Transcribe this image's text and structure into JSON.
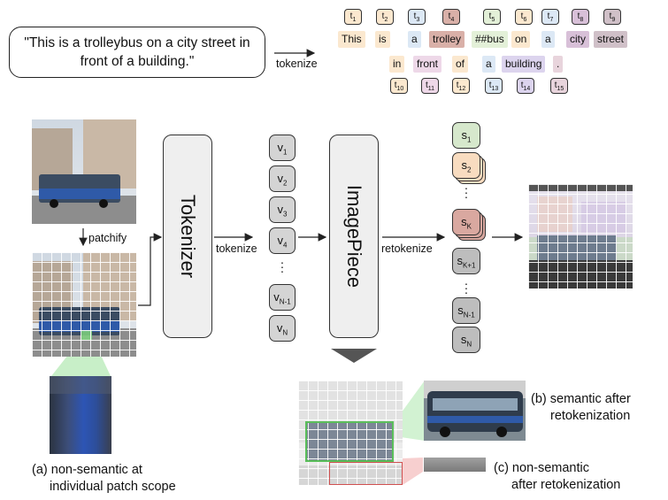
{
  "caption": "\"This is a trolleybus on a city street in front of a building.\"",
  "labels": {
    "tokenize_top": "tokenize",
    "patchify": "patchify",
    "tokenize_mid": "tokenize",
    "retokenize": "retokenize",
    "tokenizer": "Tokenizer",
    "imagepiece": "ImagePiece"
  },
  "tokens_row1": [
    {
      "text": "This",
      "id": "t",
      "sub": "1",
      "color": "#fbe8cf"
    },
    {
      "text": "is",
      "id": "t",
      "sub": "2",
      "color": "#fbe8cf"
    },
    {
      "text": "a",
      "id": "t",
      "sub": "3",
      "color": "#dce8f5"
    },
    {
      "text": "trolley",
      "id": "t",
      "sub": "4",
      "color": "#d9b0a8"
    },
    {
      "text": "##bus",
      "id": "t",
      "sub": "5",
      "color": "#e3f0d8"
    },
    {
      "text": "on",
      "id": "t",
      "sub": "6",
      "color": "#fbe8cf"
    },
    {
      "text": "a",
      "id": "t",
      "sub": "7",
      "color": "#dce8f5"
    },
    {
      "text": "city",
      "id": "t",
      "sub": "8",
      "color": "#d8c0d8"
    },
    {
      "text": "street",
      "id": "t",
      "sub": "9",
      "color": "#d0c0c8"
    }
  ],
  "tokens_row2": [
    {
      "text": "in",
      "id": "t",
      "sub": "10",
      "color": "#fbe8cf"
    },
    {
      "text": "front",
      "id": "t",
      "sub": "11",
      "color": "#eed8e8"
    },
    {
      "text": "of",
      "id": "t",
      "sub": "12",
      "color": "#fbe8cf"
    },
    {
      "text": "a",
      "id": "t",
      "sub": "13",
      "color": "#dce8f5"
    },
    {
      "text": "building",
      "id": "t",
      "sub": "14",
      "color": "#dcd4ee"
    },
    {
      "text": ".",
      "id": "t",
      "sub": "15",
      "color": "#e8d4dc"
    }
  ],
  "v_tokens": [
    {
      "base": "v",
      "sub": "1"
    },
    {
      "base": "v",
      "sub": "2"
    },
    {
      "base": "v",
      "sub": "3"
    },
    {
      "base": "v",
      "sub": "4"
    },
    {
      "base": "v",
      "sub": "N-1"
    },
    {
      "base": "v",
      "sub": "N"
    }
  ],
  "s_tokens": [
    {
      "base": "s",
      "sub": "1",
      "color": "#d6e8cc"
    },
    {
      "base": "s",
      "sub": "2",
      "color": "#f8dcc0"
    },
    {
      "base": "s",
      "sub": "K",
      "color": "#d9a8a0"
    },
    {
      "base": "s",
      "sub": "K+1",
      "color": "#bdbdbd"
    },
    {
      "base": "s",
      "sub": "N-1",
      "color": "#bdbdbd"
    },
    {
      "base": "s",
      "sub": "N",
      "color": "#bdbdbd"
    }
  ],
  "captions": {
    "a_line1": "(a) non-semantic at",
    "a_line2": "individual patch scope",
    "b_line1": "(b) semantic after",
    "b_line2": "retokenization",
    "c_line1": "(c) non-semantic",
    "c_line2": "after retokenization"
  },
  "colors": {
    "green_highlight": "#9be29b",
    "red_highlight": "#f0a0a0",
    "box_bg": "#efefef"
  }
}
